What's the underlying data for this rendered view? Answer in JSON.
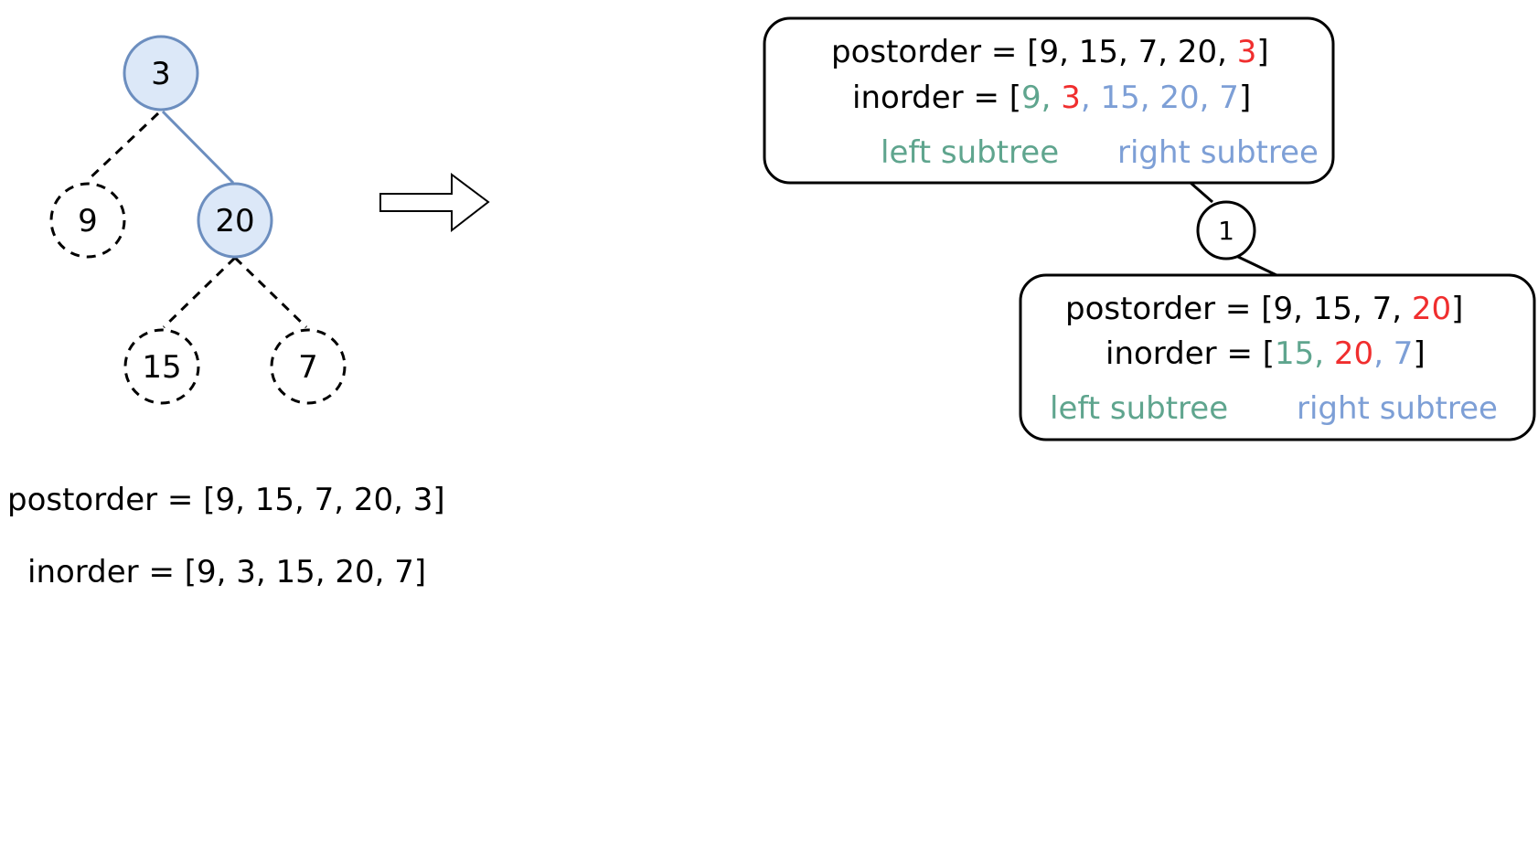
{
  "colors": {
    "left": "#5fa58e",
    "right": "#7d9fd6",
    "root": "#f02e2e",
    "node_fill": "#dce8f8",
    "node_stroke": "#6c8ebf"
  },
  "tree": {
    "nodes": [
      {
        "id": "n3",
        "label": "3",
        "style": "solid"
      },
      {
        "id": "n9",
        "label": "9",
        "style": "dashed"
      },
      {
        "id": "n20",
        "label": "20",
        "style": "solid"
      },
      {
        "id": "n15",
        "label": "15",
        "style": "dashed"
      },
      {
        "id": "n7",
        "label": "7",
        "style": "dashed"
      }
    ],
    "edges": [
      {
        "from": "n3",
        "to": "n9",
        "style": "dashed"
      },
      {
        "from": "n3",
        "to": "n20",
        "style": "solid"
      },
      {
        "from": "n20",
        "to": "n15",
        "style": "dashed"
      },
      {
        "from": "n20",
        "to": "n7",
        "style": "dashed"
      }
    ]
  },
  "bottom": {
    "postorder": "postorder = [9, 15, 7, 20, 3]",
    "inorder": "inorder = [9, 3, 15, 20, 7]"
  },
  "box1": {
    "postorder": [
      {
        "text": "postorder = [9, 15, 7, 20, ",
        "role": "plain"
      },
      {
        "text": "3",
        "role": "root"
      },
      {
        "text": "]",
        "role": "plain"
      }
    ],
    "inorder": [
      {
        "text": "inorder = [",
        "role": "plain"
      },
      {
        "text": "9, ",
        "role": "left"
      },
      {
        "text": "3",
        "role": "root"
      },
      {
        "text": ", 15, 20, 7",
        "role": "right"
      },
      {
        "text": "]",
        "role": "plain"
      }
    ],
    "left_label": "left subtree",
    "right_label": "right subtree"
  },
  "step_badge": "1",
  "box2": {
    "postorder": [
      {
        "text": "postorder = [9, 15, 7, ",
        "role": "plain"
      },
      {
        "text": "20",
        "role": "root"
      },
      {
        "text": "]",
        "role": "plain"
      }
    ],
    "inorder": [
      {
        "text": "inorder = [",
        "role": "plain"
      },
      {
        "text": "15, ",
        "role": "left"
      },
      {
        "text": "20",
        "role": "root"
      },
      {
        "text": ", 7",
        "role": "right"
      },
      {
        "text": "]",
        "role": "plain"
      }
    ],
    "left_label": "left subtree",
    "right_label": "right subtree"
  }
}
